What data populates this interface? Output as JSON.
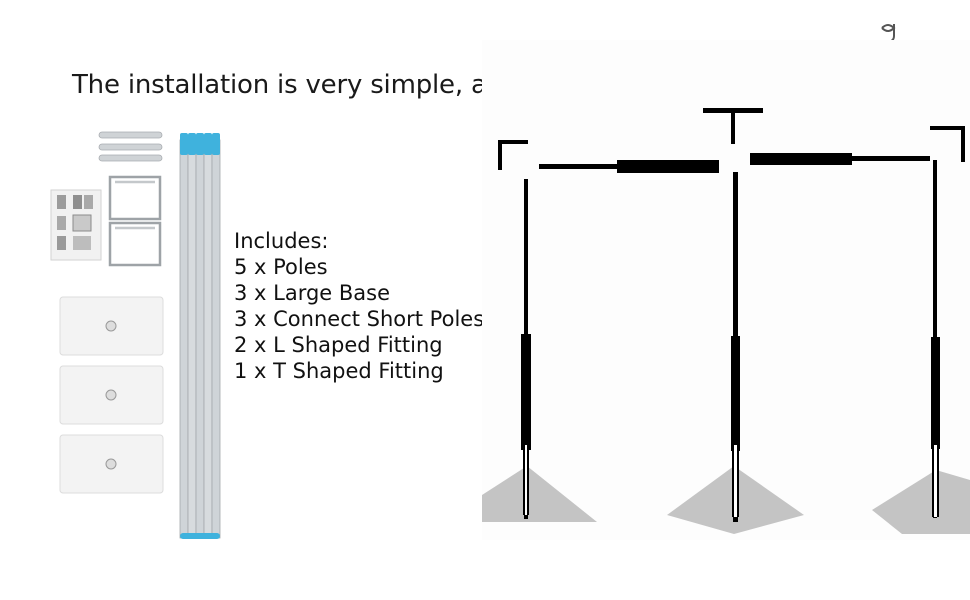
{
  "headline": "The installation is very simple, as shown in the figure",
  "includes": {
    "title": "Includes:",
    "items": [
      "5 x Poles",
      "3 x Large Base",
      "3 x Connect Short Poles",
      "2 x L Shaped Fitting",
      "1 x T Shaped Fitting"
    ]
  },
  "colors": {
    "pole_cap": "#3fb2dd",
    "pole_body": "#cfd4d8",
    "base_plate": "#f2f2f2",
    "diagram_pole": "#000000",
    "diagram_base": "#c4c4c4"
  }
}
